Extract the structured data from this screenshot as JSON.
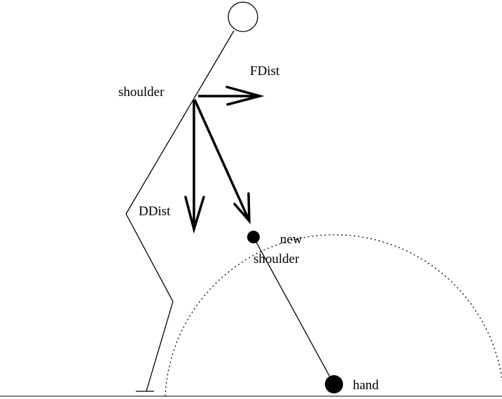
{
  "diagram": {
    "labels": {
      "shoulder": "shoulder",
      "fdist": "FDist",
      "ddist": "DDist",
      "new": "new",
      "new_shoulder": "shoulder",
      "hand": "hand"
    },
    "colors": {
      "stroke": "#000000",
      "background": "#ffffff"
    }
  }
}
